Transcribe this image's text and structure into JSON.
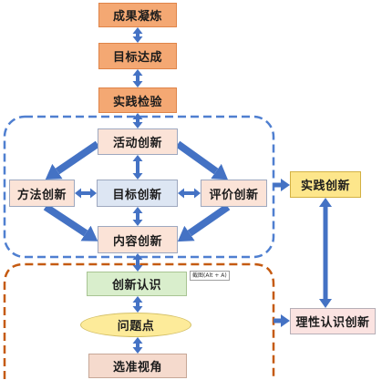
{
  "nodes": {
    "result_refinement": "成果凝炼",
    "goal_achieved": "目标达成",
    "practice_test": "实践检验",
    "activity_innovation": "活动创新",
    "method_innovation": "方法创新",
    "goal_innovation": "目标创新",
    "evaluation_innovation": "评价创新",
    "content_innovation": "内容创新",
    "practice_innovation": "实践创新",
    "innovation_cognition": "创新认识",
    "problem_point": "问题点",
    "choose_perspective": "选准视角",
    "rational_cognition_innovation": "理性认识创新"
  },
  "tooltip": {
    "text": "截图(Alt + A)"
  },
  "colors": {
    "arrow": "#4472c4",
    "blue_dash": "#4f7fd0",
    "orange_dash": "#c55a11",
    "orange_box": "#f4a873",
    "peach_box": "#fbe3d7",
    "blue_box": "#dde6f3",
    "yellow_box": "#fde68b",
    "green_box": "#d9eecc",
    "ellipse_box": "#fdeb9a",
    "tan_box": "#f5dacd",
    "pink_box": "#fbe3e1"
  }
}
